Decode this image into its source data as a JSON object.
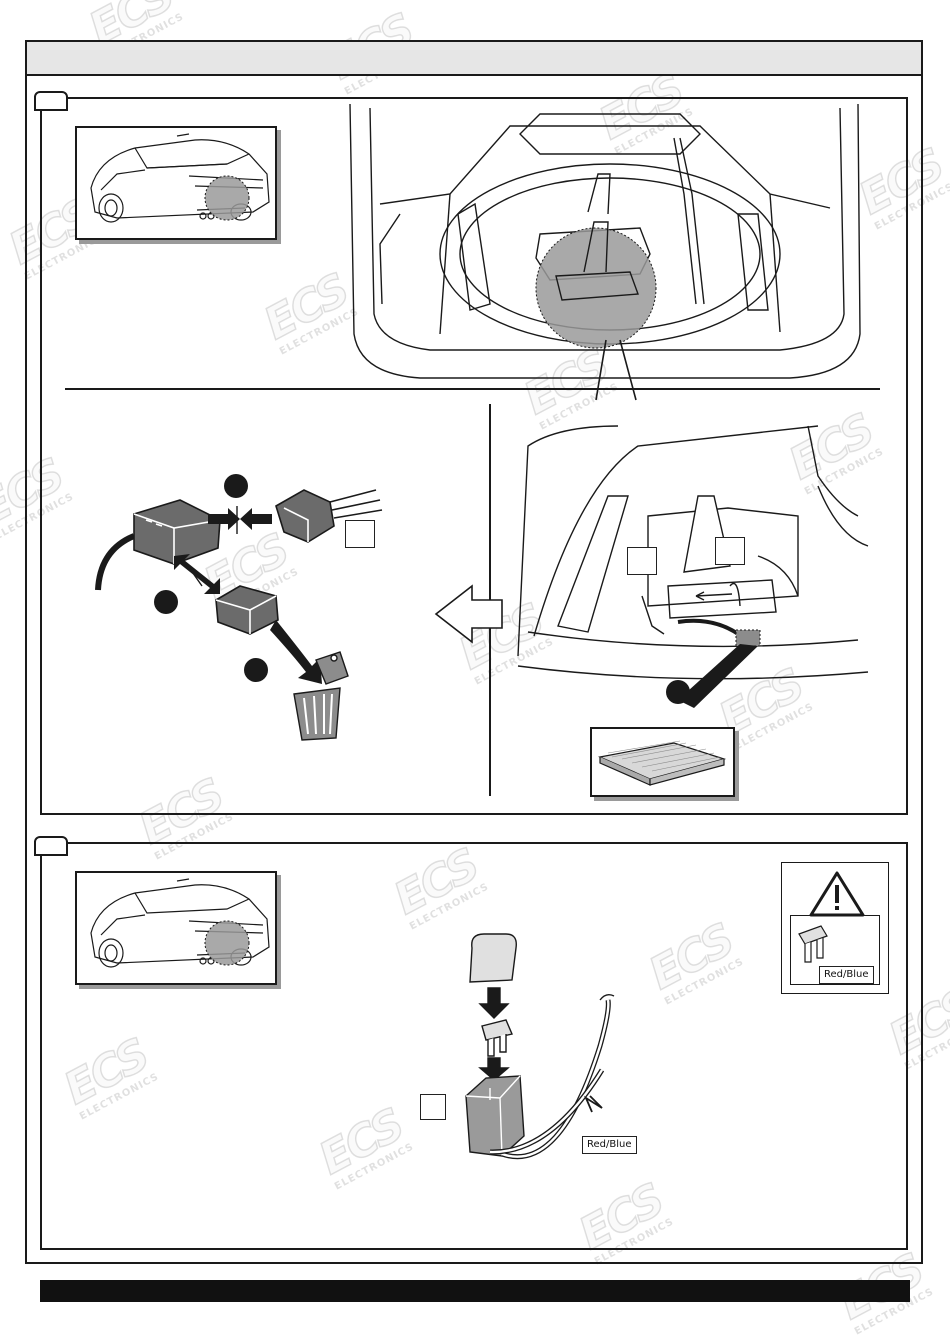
{
  "watermark": {
    "brand": "ECS",
    "subtitle": "ELECTRONICS"
  },
  "step1": {
    "arrow_direction": "left"
  },
  "step2": {
    "wire_label": "Red/Blue",
    "warning_fuse_label": "Red/Blue"
  },
  "colors": {
    "stroke": "#1a1a1a",
    "highlight": "#9a9a9a",
    "header": "#e6e6e6",
    "footer": "#111111"
  },
  "icons": [
    "car-rear-icon",
    "trunk-icon",
    "connector-icon",
    "arrow-left-icon",
    "trash-bin-icon",
    "warning-triangle-icon",
    "fuse-icon",
    "fuse-holder-icon",
    "felt-pad-icon"
  ]
}
